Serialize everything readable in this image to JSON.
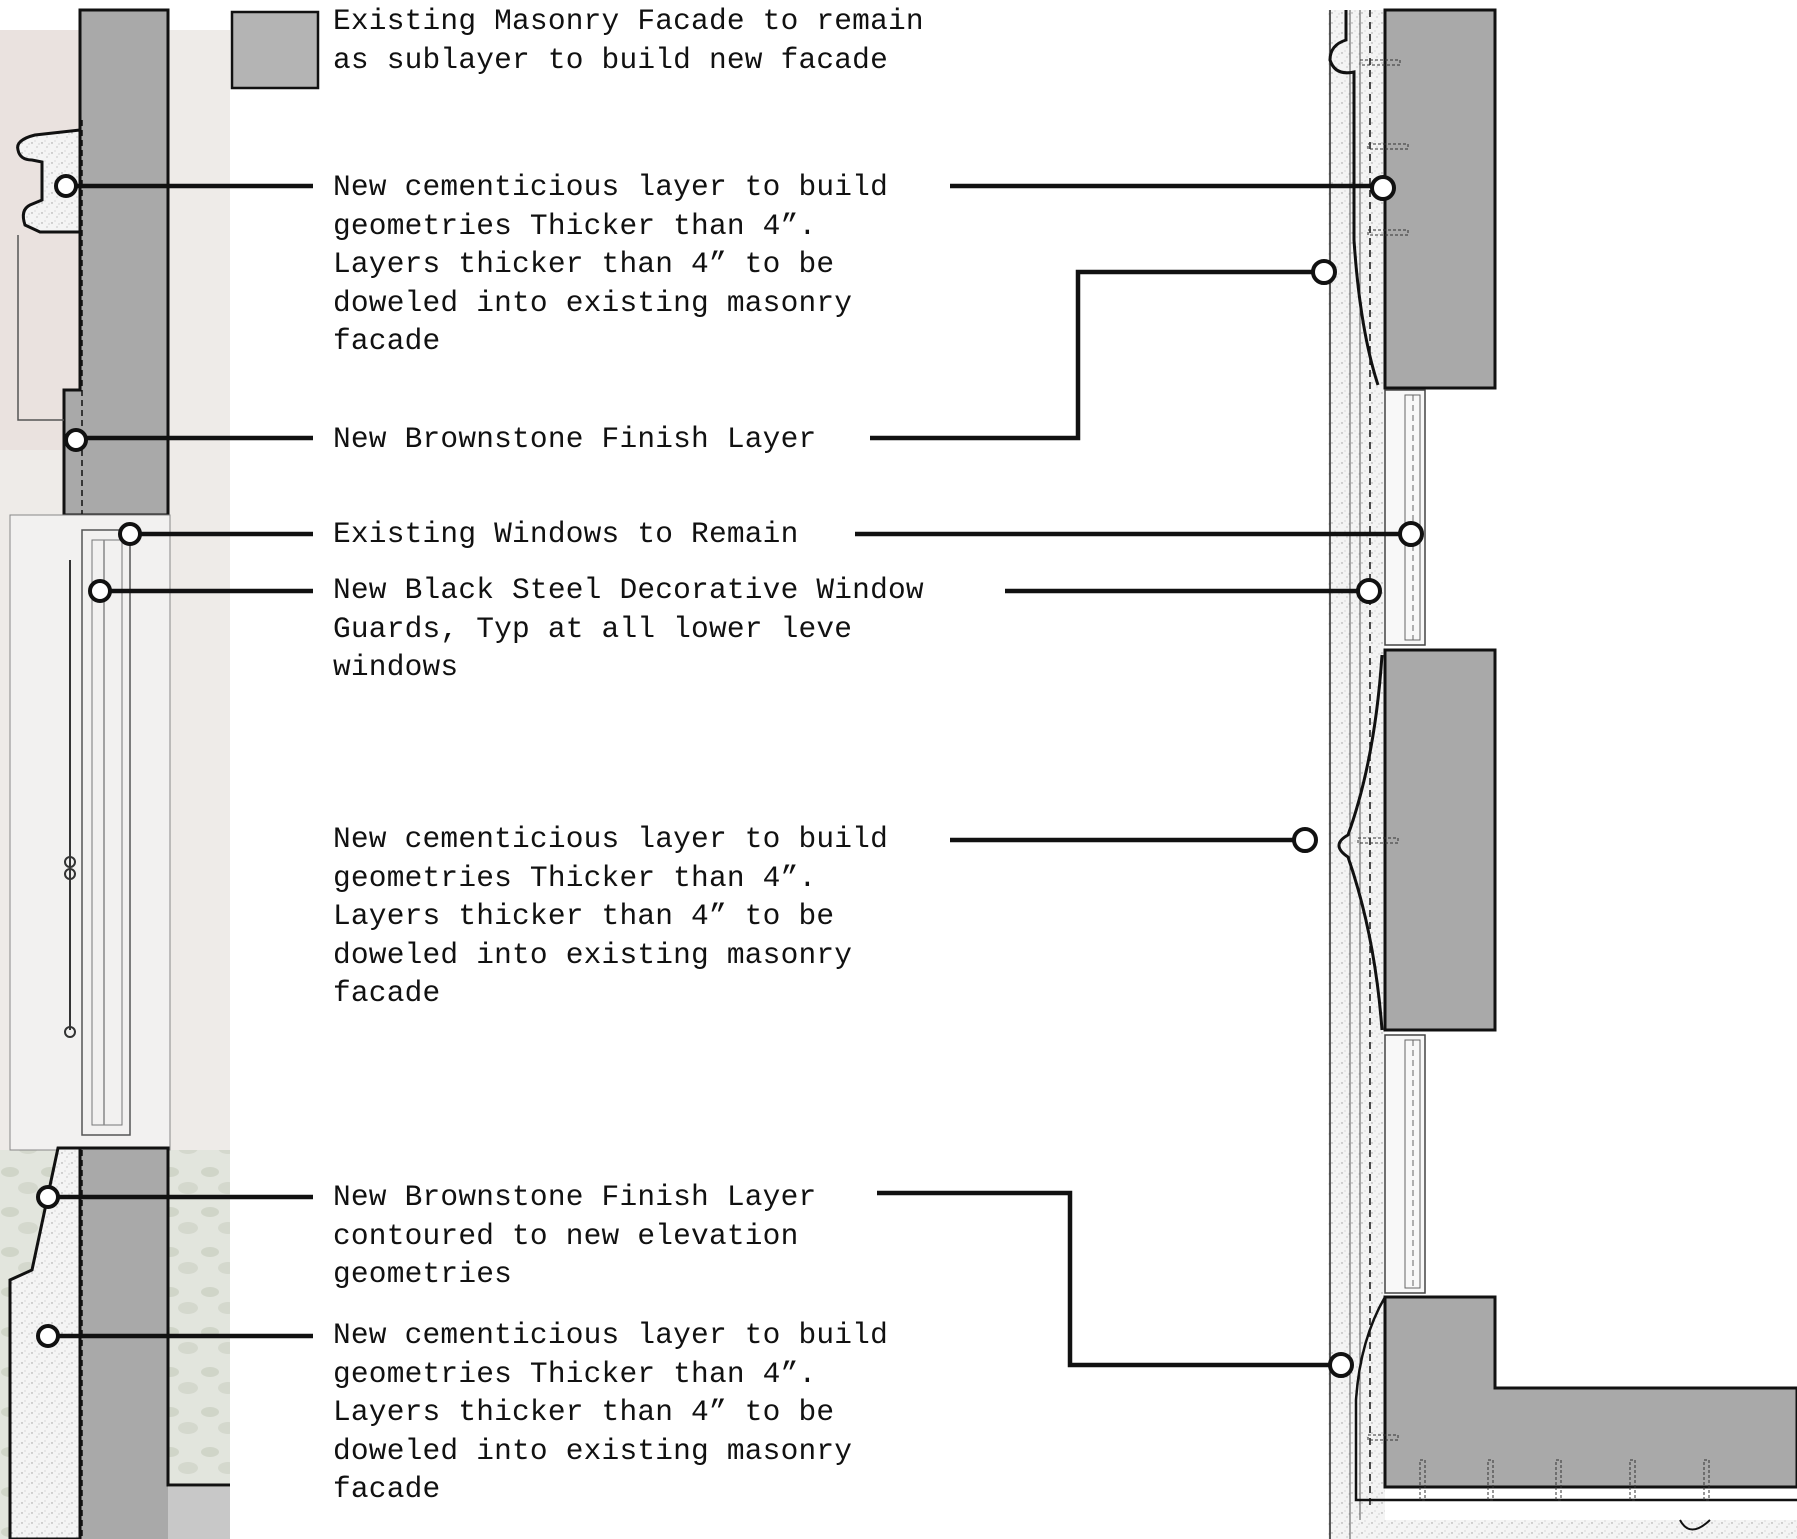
{
  "legend": {
    "swatch_color": "#b4b4b4",
    "text": "Existing Masonry Facade to remain\nas sublayer to build new facade"
  },
  "notes": [
    {
      "id": "note-cement-top",
      "text": "New cementicious layer to build\ngeometries Thicker than 4”.\nLayers thicker than 4” to be\ndoweled into existing masonry\nfacade"
    },
    {
      "id": "note-brownstone-top",
      "text": "New Brownstone Finish Layer"
    },
    {
      "id": "note-existing-windows",
      "text": "Existing Windows to Remain"
    },
    {
      "id": "note-window-guards",
      "text": "New Black Steel Decorative Window\nGuards, Typ at all lower leve\nwindows"
    },
    {
      "id": "note-cement-mid",
      "text": "New cementicious layer to build\ngeometries Thicker than 4”.\nLayers thicker than 4” to be\ndoweled into existing masonry\nfacade"
    },
    {
      "id": "note-brownstone-contoured",
      "text": "New Brownstone Finish Layer\ncontoured to new elevation\ngeometries"
    },
    {
      "id": "note-cement-bottom",
      "text": "New cementicious layer to build\ngeometries Thicker than 4”.\nLayers thicker than 4” to be\ndoweled into existing masonry\nfacade"
    }
  ],
  "colors": {
    "masonry": "#b4b4b4",
    "masonry_dark": "#a8a8a8",
    "line": "#111111",
    "stipple_bg": "#f2f2f2",
    "background_photo": "#ece9e6"
  }
}
